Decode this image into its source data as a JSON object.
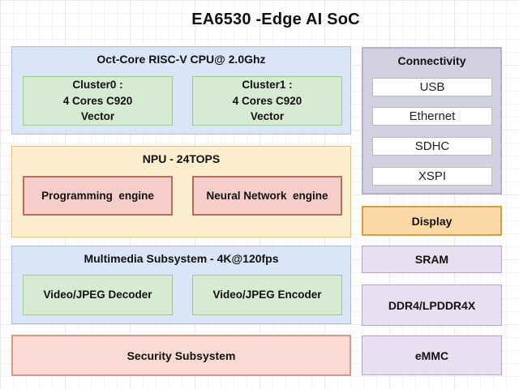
{
  "page": {
    "title": "EA6530 -Edge AI SoC"
  },
  "colors": {
    "cpu_fill": "#dae6f8",
    "cpu_border": "#b0bce0",
    "cluster_fill": "#d7ead2",
    "cluster_border": "#a2c796",
    "npu_fill": "#fdeecd",
    "npu_border": "#dcc28a",
    "engine_fill": "#f5cdc9",
    "engine_border": "#c06a5c",
    "security_fill": "#fbdad4",
    "security_border": "#d8968e",
    "connectivity_fill": "#d2d1e2",
    "connectivity_border": "#b3b1c9",
    "display_fill": "#fcd9a4",
    "display_border": "#d2a048",
    "memory_fill": "#e7e0f0",
    "memory_border": "#b5a3cc",
    "grid_line": "#e9e9ef"
  },
  "cpu": {
    "title": "Oct-Core RISC-V CPU@ 2.0Ghz",
    "cluster0": "Cluster0 :\n4 Cores C920\nVector",
    "cluster1": "Cluster1 :\n4 Cores C920\nVector"
  },
  "npu": {
    "title": "NPU - 24TOPS",
    "engine0": "Programming  engine",
    "engine1": "Neural Network  engine"
  },
  "multimedia": {
    "title": "Multimedia Subsystem - 4K@120fps",
    "decoder": "Video/JPEG Decoder",
    "encoder": "Video/JPEG Encoder"
  },
  "security": {
    "title": "Security Subsystem"
  },
  "connectivity": {
    "title": "Connectivity",
    "items": [
      "USB",
      "Ethernet",
      "SDHC",
      "XSPI"
    ]
  },
  "peripherals": {
    "display": "Display",
    "sram": "SRAM",
    "ddr": "DDR4/LPDDR4X",
    "emmc": "eMMC"
  }
}
